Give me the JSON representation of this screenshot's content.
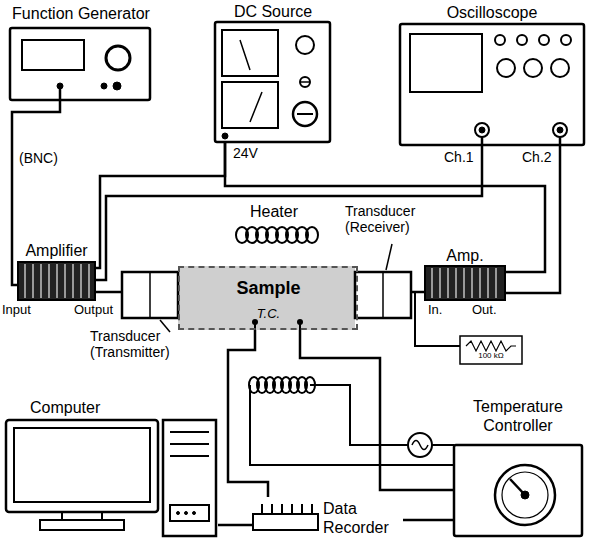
{
  "diagram": {
    "nodes": [
      {
        "text": [
          "Function Generator"
        ]
      },
      {
        "text": [
          "DC Source"
        ]
      },
      {
        "text": [
          "Oscilloscope"
        ]
      },
      {
        "text": [
          "Amplifier"
        ]
      },
      {
        "text": [
          "Sample",
          "T.C."
        ]
      },
      {
        "text": [
          "Amp."
        ]
      },
      {
        "text": [
          "Computer"
        ]
      },
      {
        "text": [
          "Data Recorder"
        ]
      },
      {
        "text": [
          "Temperature Controller"
        ]
      }
    ],
    "edges": [
      {
        "from": 0,
        "to": 3,
        "label": "(BNC)",
        "arrow": "none"
      },
      {
        "from": 1,
        "to": 3,
        "label": "24V",
        "arrow": "none"
      },
      {
        "from": 1,
        "to": 5,
        "arrow": "none"
      },
      {
        "from": 3,
        "to": 4,
        "arrow": "none"
      },
      {
        "from": 2,
        "to": 3,
        "label": "Ch.1",
        "arrow": "none"
      },
      {
        "from": 4,
        "to": 5,
        "arrow": "none"
      },
      {
        "from": 2,
        "to": 5,
        "label": "Ch.2",
        "arrow": "none"
      },
      {
        "from": 4,
        "to": 7,
        "arrow": "none"
      },
      {
        "from": 4,
        "to": 8,
        "arrow": "none"
      },
      {
        "from": 7,
        "to": 6,
        "arrow": "none"
      },
      {
        "from": 8,
        "to": 7,
        "arrow": "none"
      }
    ],
    "labels": [
      "Heater",
      "Transducer (Receiver)",
      "Input",
      "Output",
      "In.",
      "Out.",
      "100 kΩ",
      "Transducer (Transmitter)"
    ]
  }
}
